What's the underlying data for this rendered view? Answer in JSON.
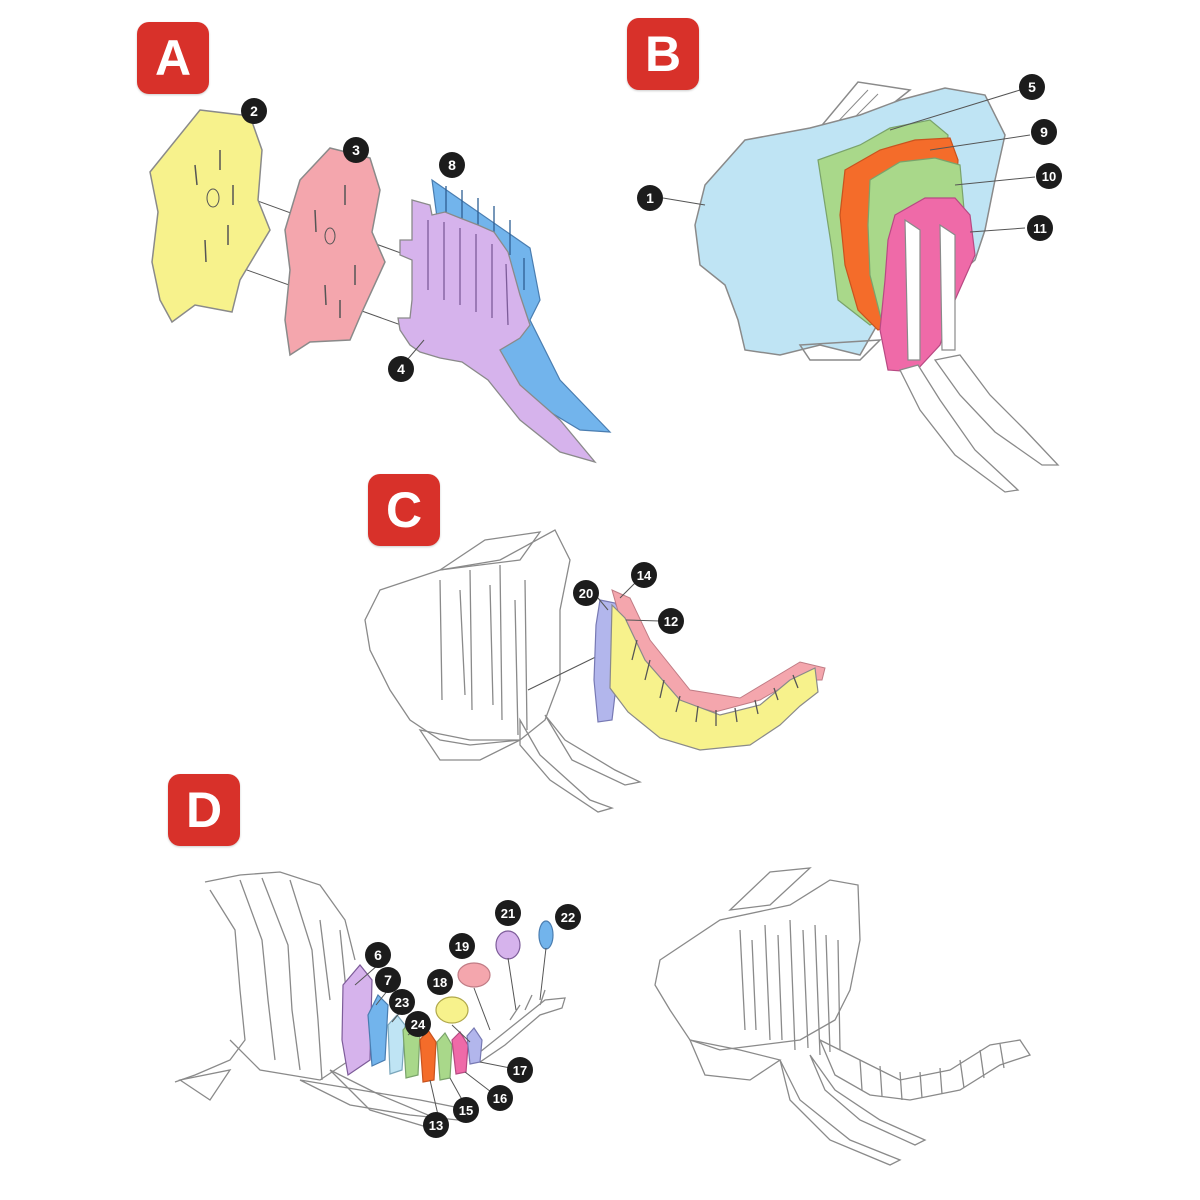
{
  "steps": {
    "a": "A",
    "b": "B",
    "c": "C",
    "d": "D"
  },
  "parts": {
    "p1": "1",
    "p2": "2",
    "p3": "3",
    "p4": "4",
    "p5": "5",
    "p6": "6",
    "p7": "7",
    "p8": "8",
    "p9": "9",
    "p10": "10",
    "p11": "11",
    "p12": "12",
    "p13": "13",
    "p14": "14",
    "p15": "15",
    "p16": "16",
    "p17": "17",
    "p18": "18",
    "p19": "19",
    "p20": "20",
    "p21": "21",
    "p22": "22",
    "p23": "23",
    "p24": "24"
  },
  "colors": {
    "badge": "#d8312a",
    "yellow": "#f7f28c",
    "pink": "#f4a6ad",
    "purple": "#d6b3ec",
    "blue": "#72b4ec",
    "light_blue": "#bfe4f4",
    "green": "#a9d88a",
    "orange": "#f46c2a",
    "magenta": "#ef6aa8",
    "outline": "#8a8a8a"
  }
}
